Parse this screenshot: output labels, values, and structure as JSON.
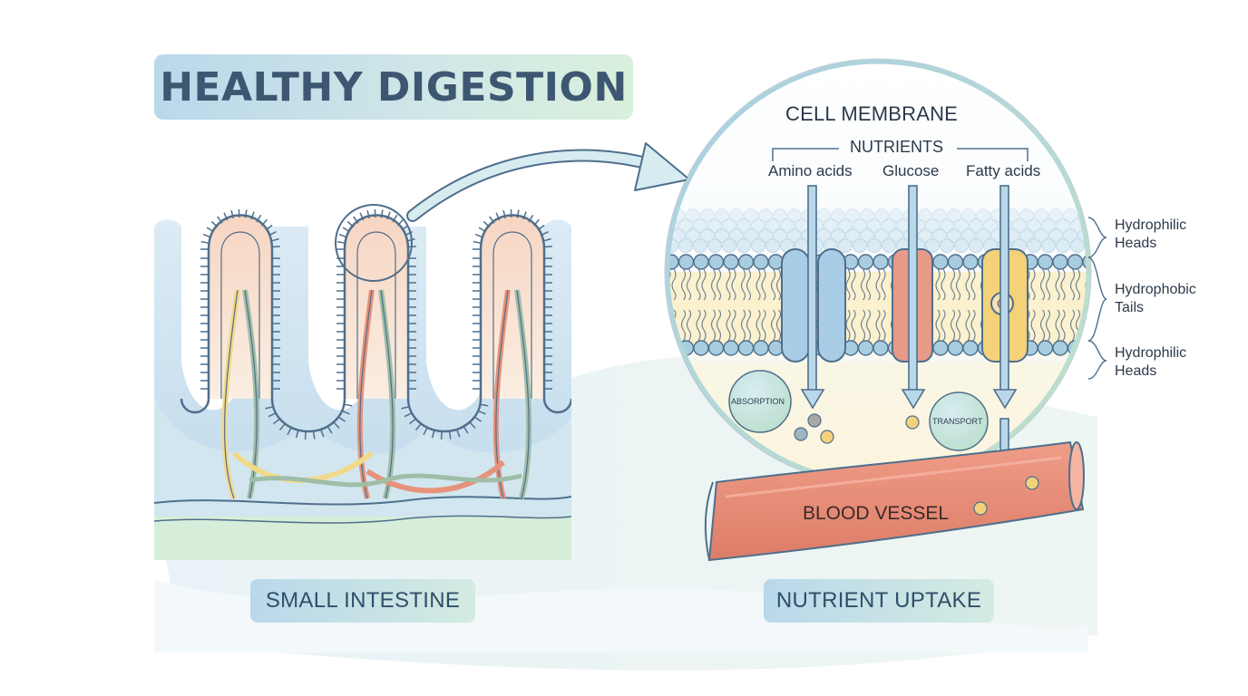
{
  "title": "HEALTHY DIGESTION",
  "small_intestine_label": "SMALL INTESTINE",
  "nutrient_uptake_label": "NUTRIENT UPTAKE",
  "cell_membrane_label": "CELL MEMBRANE",
  "nutrients": {
    "heading": "NUTRIENTS",
    "items": [
      "Amino acids",
      "Glucose",
      "Fatty acids"
    ]
  },
  "membrane_layers": [
    {
      "line1": "Hydrophilic",
      "line2": "Heads"
    },
    {
      "line1": "Hydrophobic",
      "line2": "Tails"
    },
    {
      "line1": "Hydrophilic",
      "line2": "Heads"
    }
  ],
  "absorption_label": "ABSORPTION",
  "transport_label": "TRANSPORT",
  "blood_vessel_label": "BLOOD VESSEL",
  "colors": {
    "outline": "#4f6f8c",
    "lumen": "#c9e0ef",
    "villus_core": "#f6d9c8",
    "yellow_vessel": "#f2d98a",
    "orange_vessel": "#e7927a",
    "green_vessel": "#9fbea8",
    "membrane_head": "#a9cde0",
    "channel_blue": "#a9cde6",
    "channel_red": "#e89a88",
    "channel_yellow": "#f4d27a",
    "blood_vessel": "#e58b76",
    "circle_border": "#a8cfe0"
  }
}
